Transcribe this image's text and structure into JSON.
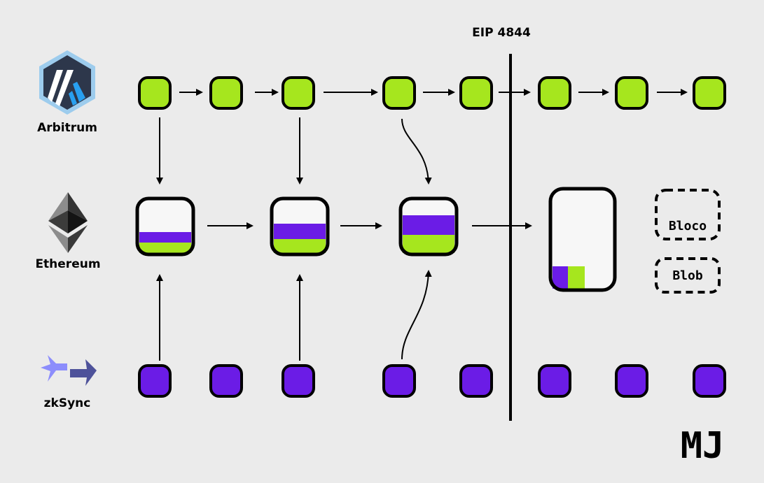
{
  "header": {
    "eip_label": "EIP 4844"
  },
  "chains": {
    "arbitrum": {
      "label": "Arbitrum"
    },
    "ethereum": {
      "label": "Ethereum"
    },
    "zksync": {
      "label": "zkSync"
    }
  },
  "legend": {
    "block_label": "Bloco",
    "blob_label": "Blob"
  },
  "brand": {
    "logo_text": "MJ"
  },
  "colors": {
    "background": "#ebebeb",
    "l2_green": "#a6e61e",
    "zk_purple": "#6b1ce6",
    "outline": "#000000",
    "block_fill": "#f7f7f7",
    "arbitrum_dark": "#2d374b",
    "arbitrum_blue": "#28a0f0",
    "zk_light": "#8c8dfc",
    "zk_dark": "#4e529a",
    "eth_light": "#8c8c8c",
    "eth_dark": "#343434"
  },
  "icons": {
    "arbitrum": "arbitrum-logo-icon",
    "ethereum": "ethereum-logo-icon",
    "zksync": "zksync-logo-icon"
  }
}
